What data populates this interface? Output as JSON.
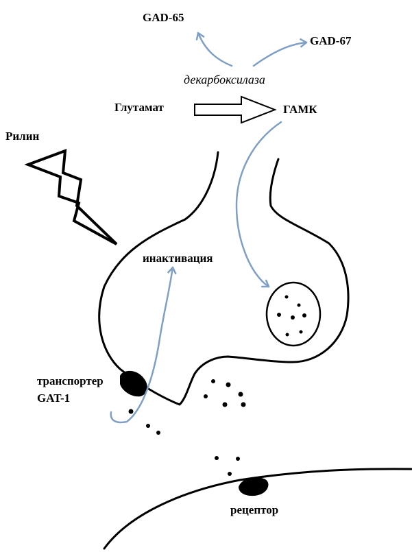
{
  "labels": {
    "gad65": "GAD-65",
    "gad67": "GAD-67",
    "decarboxylase": "декарбоксилаза",
    "glutamate": "Глутамат",
    "gaba": "ГАМК",
    "reelin": "Рилин",
    "inactivation": "инактивация",
    "transporter": "транспортер",
    "gat1": "GAT-1",
    "receptor": "рецептор"
  },
  "colors": {
    "outline": "#000000",
    "pathway_arrow": "#7f9fc4",
    "background": "#ffffff"
  }
}
